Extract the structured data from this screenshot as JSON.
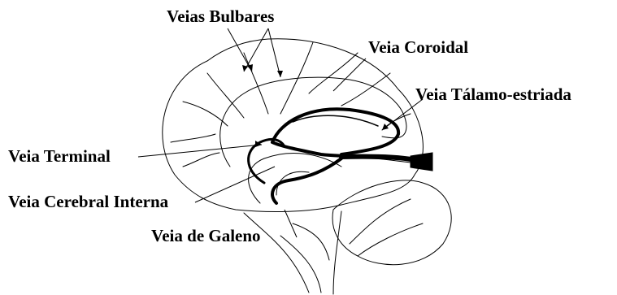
{
  "labels": {
    "bulbares": "Veias Bulbares",
    "coroidal": "Veia Coroidal",
    "talamo_estriada": "Veia Tálamo-estriada",
    "terminal": "Veia Terminal",
    "cerebral_interna": "Veia Cerebral Interna",
    "galeno": "Veia de Galeno"
  },
  "colors": {
    "line": "#000000",
    "background": "#ffffff"
  }
}
